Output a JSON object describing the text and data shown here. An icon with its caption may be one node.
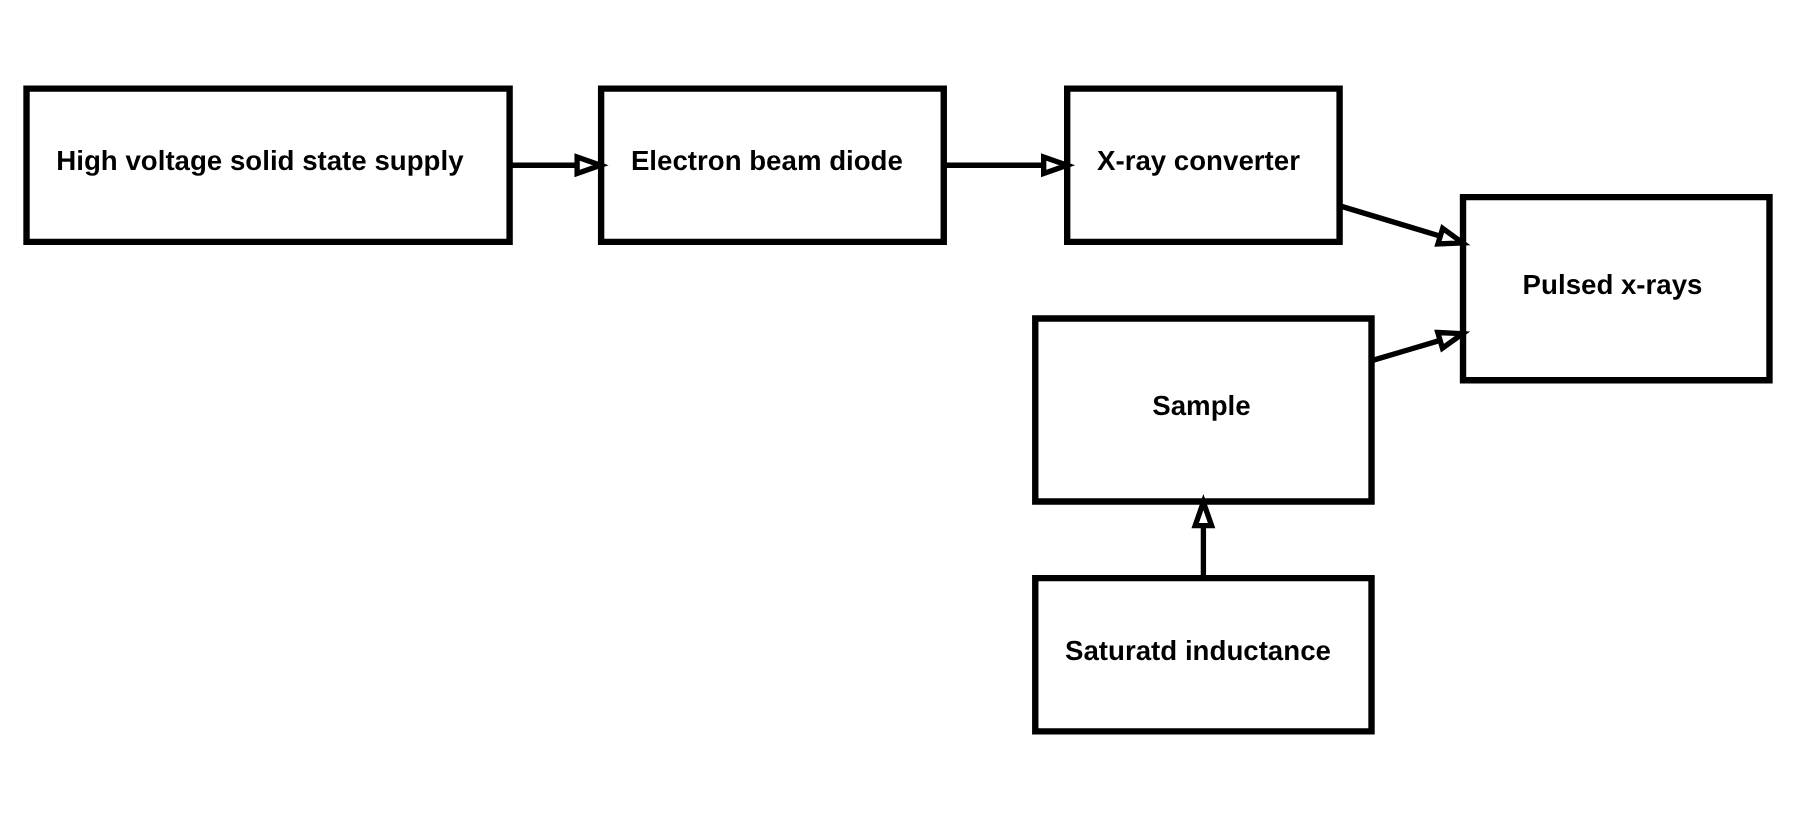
{
  "diagram": {
    "nodes": [
      {
        "text": [
          "High voltage solid state supply"
        ]
      },
      {
        "text": [
          "Electron beam diode"
        ]
      },
      {
        "text": [
          "X-ray converter"
        ]
      },
      {
        "text": [
          "Pulsed x-rays"
        ]
      },
      {
        "text": [
          "Sample"
        ]
      },
      {
        "text": [
          "Saturatd inductance"
        ]
      }
    ],
    "edges": [
      {
        "from": 0,
        "to": 1,
        "arrow": "to"
      },
      {
        "from": 1,
        "to": 2,
        "arrow": "to"
      },
      {
        "from": 2,
        "to": 3,
        "arrow": "to"
      },
      {
        "from": 5,
        "to": 4,
        "arrow": "to"
      },
      {
        "from": 4,
        "to": 3,
        "arrow": "to"
      }
    ]
  }
}
